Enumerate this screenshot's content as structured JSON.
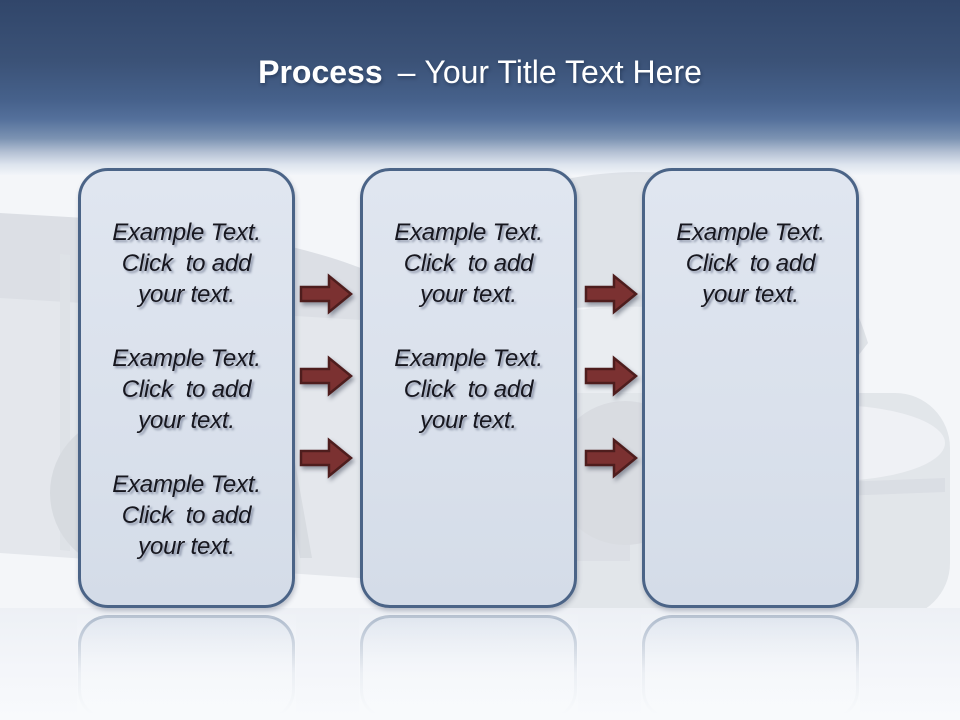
{
  "title": {
    "keyword": "Process",
    "separator": "–",
    "rest": "Your Title Text Here"
  },
  "boxes": [
    {
      "name": "step-1",
      "paragraphs": [
        "Example Text.\nClick  to add\nyour text.",
        "Example Text.\nClick  to add\nyour text.",
        "Example Text.\nClick  to add\nyour text."
      ]
    },
    {
      "name": "step-2",
      "paragraphs": [
        "Example Text.\nClick  to add\nyour text.",
        "Example Text.\nClick  to add\nyour text."
      ]
    },
    {
      "name": "step-3",
      "paragraphs": [
        "Example Text.\nClick  to add\nyour text."
      ]
    }
  ],
  "decorations": {
    "watermark": "faded-car-photo",
    "arrow_columns": 2,
    "arrows_per_column": 3
  },
  "colors": {
    "header_top": "#31466a",
    "header_mid": "#46618b",
    "box_fill": "#dbe2ec",
    "box_border": "#4b6487",
    "arrow_fill": "#7b3131",
    "arrow_outline": "#4e1d1d",
    "title_text": "#ffffff",
    "body_text": "#17171f"
  }
}
